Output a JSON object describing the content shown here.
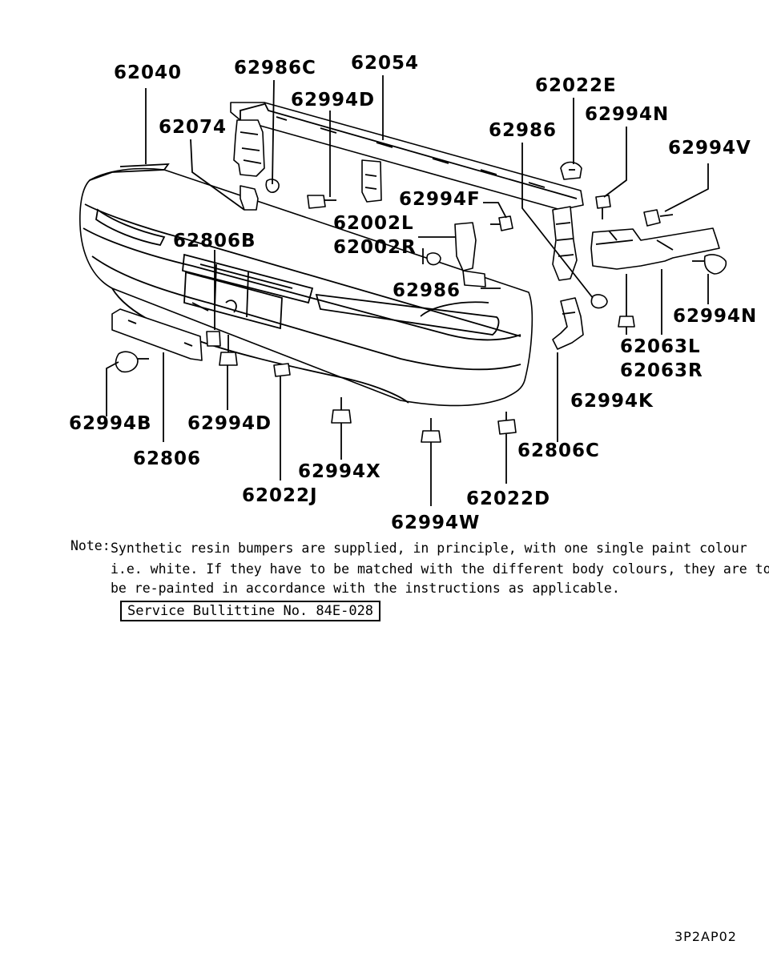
{
  "diagram": {
    "parts": [
      {
        "id": "p62040",
        "label": "62040"
      },
      {
        "id": "p62986C",
        "label": "62986C"
      },
      {
        "id": "p62054",
        "label": "62054"
      },
      {
        "id": "p62994D_top",
        "label": "62994D"
      },
      {
        "id": "p62074",
        "label": "62074"
      },
      {
        "id": "p62022E",
        "label": "62022E"
      },
      {
        "id": "p62994N_top",
        "label": "62994N"
      },
      {
        "id": "p62986_top",
        "label": "62986"
      },
      {
        "id": "p62994V",
        "label": "62994V"
      },
      {
        "id": "p62994F",
        "label": "62994F"
      },
      {
        "id": "p62002L",
        "label": "62002L"
      },
      {
        "id": "p62002R",
        "label": "62002R"
      },
      {
        "id": "p62806B",
        "label": "62806B"
      },
      {
        "id": "p62986_mid",
        "label": "62986"
      },
      {
        "id": "p62994N_right",
        "label": "62994N"
      },
      {
        "id": "p62063L",
        "label": "62063L"
      },
      {
        "id": "p62063R",
        "label": "62063R"
      },
      {
        "id": "p62994K",
        "label": "62994K"
      },
      {
        "id": "p62994B",
        "label": "62994B"
      },
      {
        "id": "p62994D_bottom",
        "label": "62994D"
      },
      {
        "id": "p62806",
        "label": "62806"
      },
      {
        "id": "p62806C",
        "label": "62806C"
      },
      {
        "id": "p62994X",
        "label": "62994X"
      },
      {
        "id": "p62022J",
        "label": "62022J"
      },
      {
        "id": "p62022D",
        "label": "62022D"
      },
      {
        "id": "p62994W",
        "label": "62994W"
      }
    ]
  },
  "note": {
    "prefix": "Note:",
    "line1": "Synthetic resin bumpers are supplied, in principle, with one single paint colour",
    "line2": "i.e. white. If they have to be matched with the different body colours, they are to",
    "line3": "be re-painted in accordance with the instructions as applicable."
  },
  "service_bulletin": "Service Bullittine No. 84E-028",
  "diagram_code": "3P2AP02"
}
